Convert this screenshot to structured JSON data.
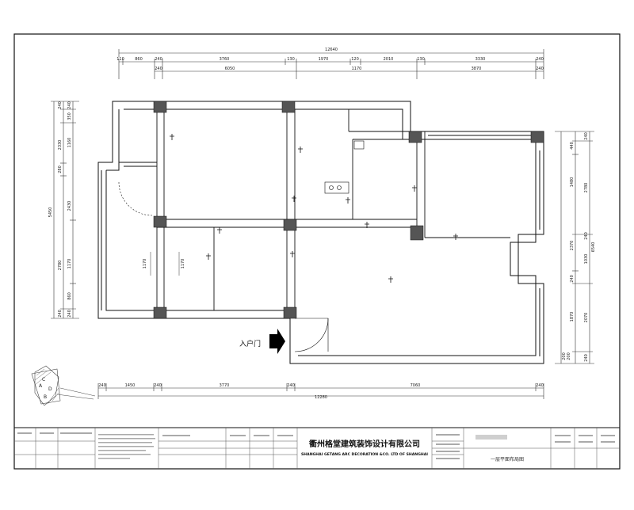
{
  "plan": {
    "entrance_label": "入户门",
    "top_dims": {
      "overall": "12640",
      "row1": [
        "110",
        "860",
        "240",
        "3760",
        "130",
        "1970",
        "120",
        "2010",
        "130",
        "3330",
        "240"
      ],
      "row2": [
        "240",
        "6050",
        "1170",
        "3870",
        "240"
      ]
    },
    "bottom_dims": {
      "row1": [
        "240",
        "1450",
        "240",
        "3770",
        "240",
        "7060",
        "240"
      ],
      "overall": "12280"
    },
    "left_dims": {
      "overall": "5450",
      "outer": [
        "240",
        "2330",
        "280",
        "2780",
        "240"
      ],
      "inner": [
        "240",
        "350",
        "1160",
        "2430",
        "1170",
        "860",
        "240"
      ]
    },
    "right_dims": {
      "overall": "6540",
      "outer": [
        "240",
        "2780",
        "1030",
        "2070",
        "240"
      ],
      "inner": [
        "440",
        "1480",
        "2370",
        "240",
        "240",
        "1870",
        "200",
        "200"
      ]
    },
    "window_dims": [
      "1170",
      "1170"
    ],
    "compass_letters": [
      "A",
      "B",
      "C",
      "D"
    ]
  },
  "title_block": {
    "company_cn": "衢州格堂建筑装饰设计有限公司",
    "company_en": "SHANGHAI GETANG ARC DECORATION &CO. LTD OF SHANGHAI",
    "drawing_name": "一层平面布局图"
  },
  "colors": {
    "line": "#111111",
    "column": "#555555",
    "dim_line": "#333333"
  }
}
